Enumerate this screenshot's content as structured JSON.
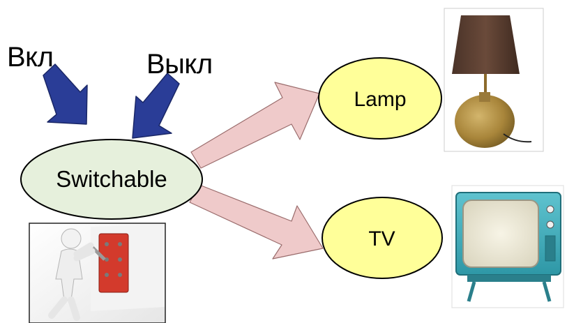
{
  "diagram": {
    "labels": {
      "on": "Вкл",
      "off": "Выкл"
    },
    "nodes": {
      "switchable": "Switchable",
      "lamp": "Lamp",
      "tv": "TV"
    },
    "colors": {
      "node_fill_switchable": "#e6f0dc",
      "node_fill_targets": "#ffff99",
      "input_arrow": "#2a3d97",
      "output_arrow": "#efcaca"
    },
    "icons": [
      "person-pulling-switch-icon",
      "table-lamp-icon",
      "retro-tv-icon"
    ]
  }
}
